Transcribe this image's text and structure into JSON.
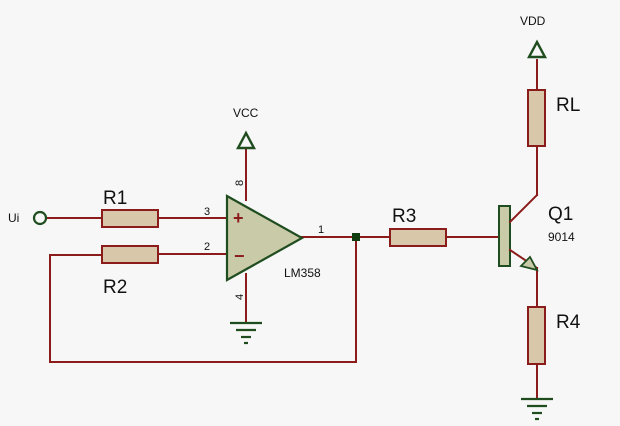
{
  "power": {
    "vcc": "VCC",
    "vdd": "VDD"
  },
  "input": {
    "label": "Ui"
  },
  "resistors": {
    "r1": "R1",
    "r2": "R2",
    "r3": "R3",
    "r4": "R4",
    "rl": "RL"
  },
  "opamp": {
    "part": "LM358",
    "plus": "+",
    "minus": "−",
    "pin_noninv": "3",
    "pin_inv": "2",
    "pin_out": "1",
    "pin_vcc": "8",
    "pin_gnd": "4"
  },
  "transistor": {
    "ref": "Q1",
    "part": "9014"
  },
  "colors": {
    "wire": "#8b1c1c",
    "component_outline": "#1f4d1f",
    "resistor_fill": "#d8c7a8",
    "opamp_fill": "#c9caa8",
    "junction": "#0f3d0f",
    "background": "#f6f7f6"
  }
}
